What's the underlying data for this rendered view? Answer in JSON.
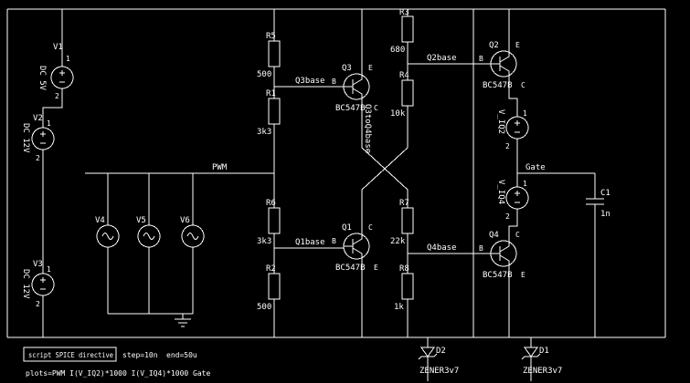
{
  "colors": {
    "background": "#000000",
    "wire": "#ffffff",
    "text": "#ffffff"
  },
  "sources": {
    "v1": {
      "name": "V1",
      "value": "DC 5V",
      "t1": "1",
      "t2": "2"
    },
    "v2": {
      "name": "V2",
      "value": "DC 12V",
      "t1": "1",
      "t2": "2"
    },
    "v3": {
      "name": "V3",
      "value": "DC 12V",
      "t1": "1",
      "t2": "2"
    },
    "v4": {
      "name": "V4"
    },
    "v5": {
      "name": "V5"
    },
    "v6": {
      "name": "V6"
    },
    "viq2": {
      "name": "V_IQ2",
      "t1": "1",
      "t2": "2"
    },
    "viq4": {
      "name": "V_IQ4",
      "t1": "1",
      "t2": "2"
    }
  },
  "resistors": {
    "r5": {
      "name": "R5",
      "value": "500"
    },
    "r1": {
      "name": "R1",
      "value": "3k3"
    },
    "r6": {
      "name": "R6",
      "value": "3k3"
    },
    "r2": {
      "name": "R2",
      "value": "500"
    },
    "r3": {
      "name": "R3",
      "value": "680"
    },
    "r4": {
      "name": "R4",
      "value": "10k"
    },
    "r7": {
      "name": "R7",
      "value": "22k"
    },
    "r8": {
      "name": "R8",
      "value": "1k"
    }
  },
  "transistors": {
    "q3": {
      "name": "Q3",
      "part": "BC547B",
      "top": "E",
      "base": "B",
      "bottom": "C"
    },
    "q1": {
      "name": "Q1",
      "part": "BC547B",
      "top": "C",
      "base": "B",
      "bottom": "E"
    },
    "q2": {
      "name": "Q2",
      "part": "BC547B",
      "top": "E",
      "base": "B",
      "bottom": "C"
    },
    "q4": {
      "name": "Q4",
      "part": "BC547B",
      "top": "C",
      "base": "B",
      "bottom": "E"
    }
  },
  "capacitors": {
    "c1": {
      "name": "C1",
      "value": "1n"
    }
  },
  "diodes": {
    "d2": {
      "name": "D2",
      "part": "ZENER3v7"
    },
    "d1": {
      "name": "D1",
      "part": "ZENER3v7"
    }
  },
  "nets": {
    "pwm": "PWM",
    "gate": "Gate",
    "q3base": "Q3base",
    "q1base": "Q1base",
    "q2base": "Q2base",
    "q4base": "Q4base",
    "cross": "Q3toQ4base"
  },
  "directives": {
    "box_label": "script SPICE directive",
    "sim_step": "step=10n",
    "sim_end": "end=50u",
    "plot": "plots=PWM I(V_IQ2)*1000 I(V_IQ4)*1000 Gate"
  }
}
